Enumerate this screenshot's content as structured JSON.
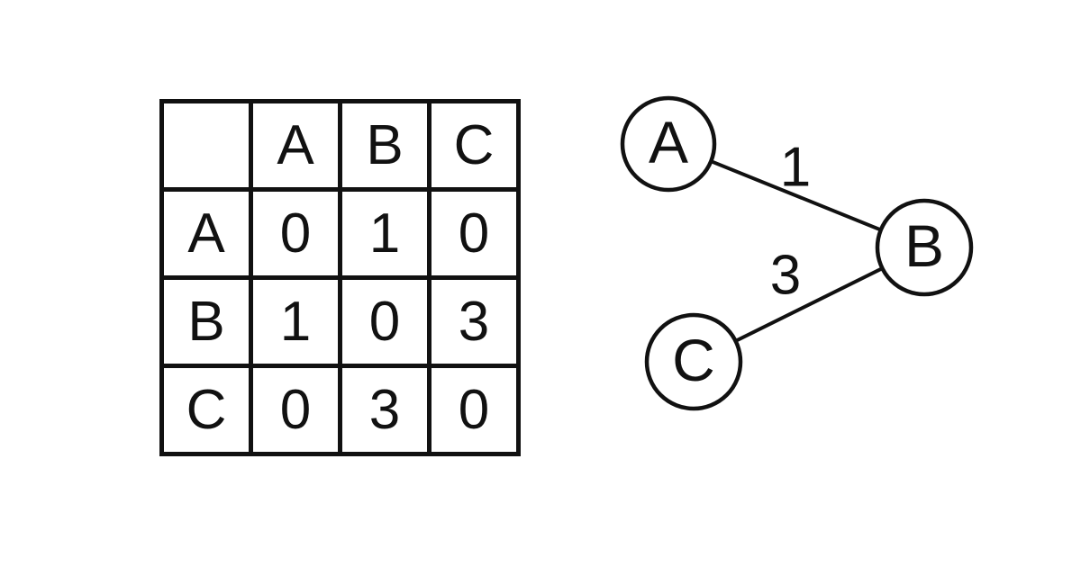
{
  "matrix": {
    "corner": "",
    "col_headers": [
      "A",
      "B",
      "C"
    ],
    "rows": [
      {
        "label": "A",
        "values": [
          "0",
          "1",
          "0"
        ]
      },
      {
        "label": "B",
        "values": [
          "1",
          "0",
          "3"
        ]
      },
      {
        "label": "C",
        "values": [
          "0",
          "3",
          "0"
        ]
      }
    ]
  },
  "graph": {
    "nodes": [
      {
        "id": "A",
        "label": "A"
      },
      {
        "id": "B",
        "label": "B"
      },
      {
        "id": "C",
        "label": "C"
      }
    ],
    "edges": [
      {
        "from": "A",
        "to": "B",
        "weight": "1"
      },
      {
        "from": "C",
        "to": "B",
        "weight": "3"
      }
    ]
  },
  "colors": {
    "ink": "#111111",
    "background": "#ffffff"
  }
}
